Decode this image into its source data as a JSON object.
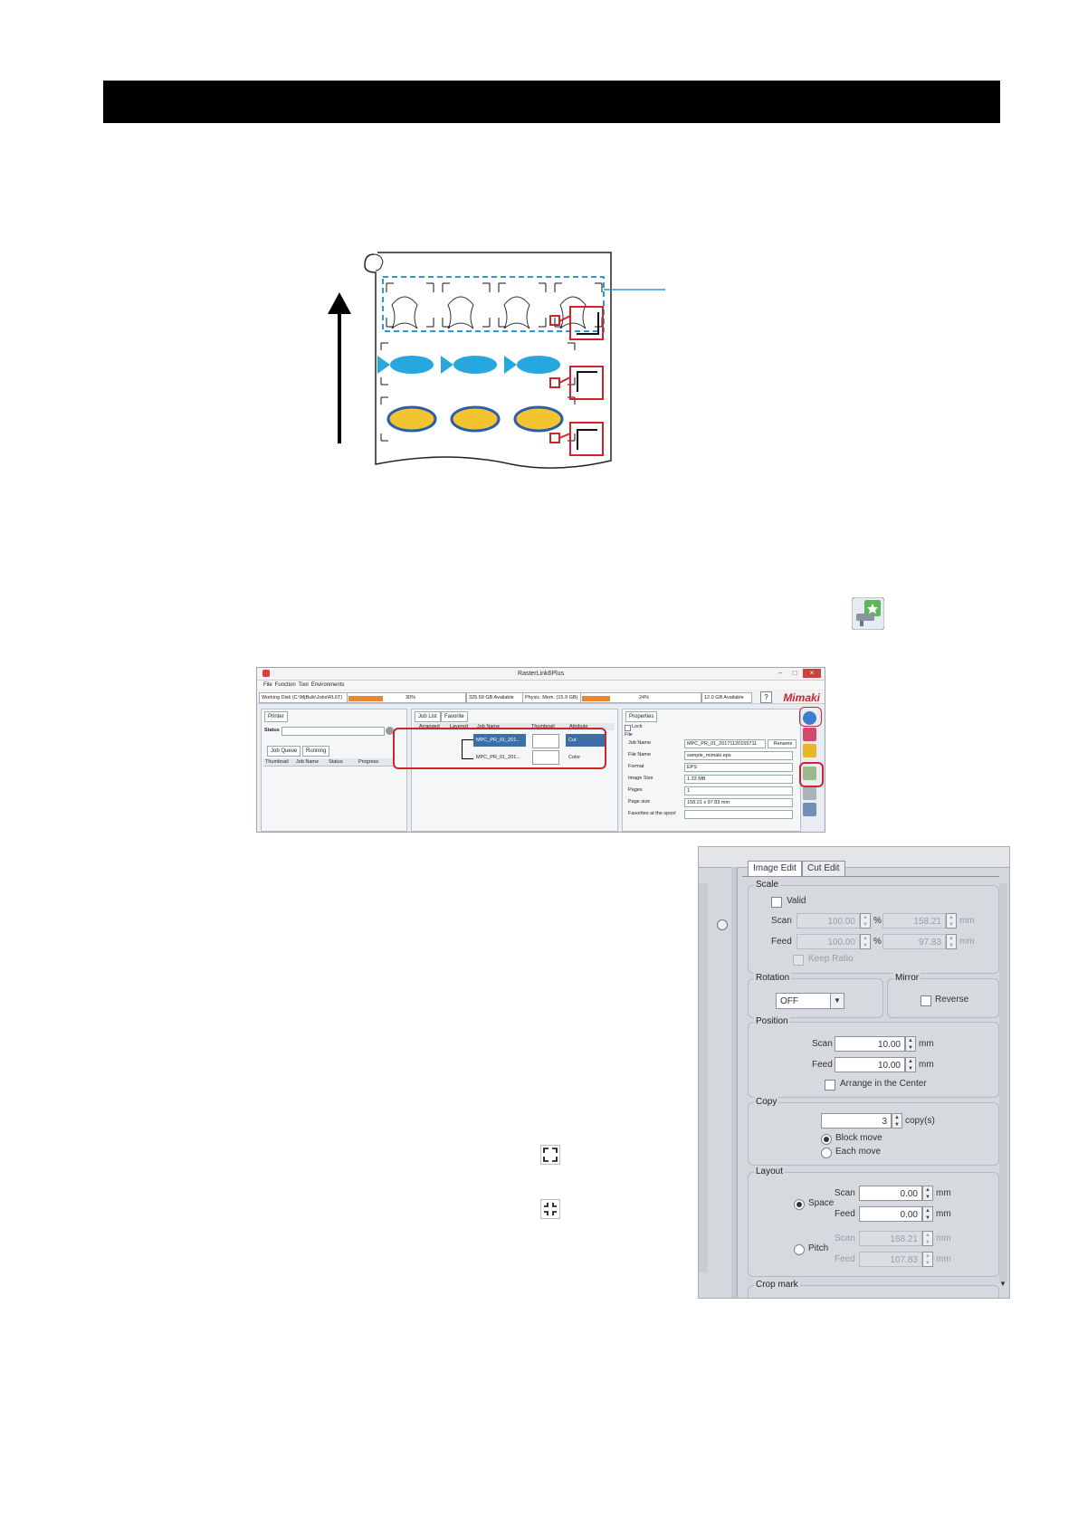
{
  "app": {
    "title": "RasterLink6Plus",
    "menu": [
      "File",
      "Function",
      "Tool",
      "Environments"
    ],
    "disk": {
      "working_label": "Working Disk (C:\\MjBulk\\Jobs\\RL6T)",
      "working_percent": "30%",
      "working_free": "325.59 GB Available",
      "physical_label": "Physic. Mem. (15.9 GB)",
      "physical_percent": "24%",
      "physical_free": "12.0 GB Available",
      "help": "?",
      "brand": "Mimaki",
      "working_fill": 0.3,
      "physical_fill": 0.24
    },
    "printer_panel": {
      "tab": "Printer",
      "status_label": "Status",
      "queue_tabs": [
        "Job Queue",
        "Running"
      ],
      "columns": [
        "Thumbnail",
        "Job Name",
        "Status",
        "Progress"
      ]
    },
    "job_list": {
      "tabs": [
        "Job List",
        "Favorite"
      ],
      "columns": [
        "Arranged",
        "Layered",
        "Job Name",
        "Thumbnail",
        "Attribute"
      ],
      "rows": [
        {
          "name": "MPC_PR_01_201...",
          "attribute": "Cut"
        },
        {
          "name": "MPC_PR_01_201...",
          "attribute": "Color"
        }
      ]
    },
    "properties": {
      "tab": "Properties",
      "lock": "Lock",
      "section": "File",
      "fields": [
        {
          "label": "Job Name",
          "value": "MPC_PR_01_20171120155711"
        },
        {
          "label": "File Name",
          "value": "sample_mimaki.eps"
        },
        {
          "label": "Format",
          "value": "EPS"
        },
        {
          "label": "Image Size",
          "value": "1.33 MB"
        },
        {
          "label": "Pages",
          "value": "1"
        },
        {
          "label": "Page size",
          "value": "158.21 x 97.83 mm"
        },
        {
          "label": "Favorites at the spool",
          "value": ""
        }
      ],
      "rename": "Rename"
    }
  },
  "edit": {
    "tabs": [
      "Image Edit",
      "Cut Edit"
    ],
    "scale": {
      "title": "Scale",
      "valid": "Valid",
      "scan_label": "Scan",
      "scan_pct": "100.00",
      "scan_mm": "158.21",
      "feed_label": "Feed",
      "feed_pct": "100.00",
      "feed_mm": "97.83",
      "pct_unit": "%",
      "mm_unit": "mm",
      "keep_ratio": "Keep Ratio"
    },
    "rotation": {
      "title": "Rotation",
      "value": "OFF"
    },
    "mirror": {
      "title": "Mirror",
      "reverse": "Reverse"
    },
    "position": {
      "title": "Position",
      "scan_label": "Scan",
      "scan": "10.00",
      "feed_label": "Feed",
      "feed": "10.00",
      "unit": "mm",
      "center": "Arrange in the Center"
    },
    "copy": {
      "title": "Copy",
      "count": "3",
      "unit": "copy(s)",
      "block": "Block move",
      "each": "Each move"
    },
    "layout": {
      "title": "Layout",
      "space": "Space",
      "pitch": "Pitch",
      "scan_label": "Scan",
      "feed_label": "Feed",
      "space_scan": "0.00",
      "space_feed": "0.00",
      "pitch_scan": "168.21",
      "pitch_feed": "107.83",
      "unit": "mm"
    },
    "cropmark": {
      "title": "Crop mark"
    }
  },
  "icons": {
    "tool": "edit-tool-icon",
    "crop_out": "crop-mark-outer-icon",
    "crop_in": "crop-mark-inner-icon"
  }
}
